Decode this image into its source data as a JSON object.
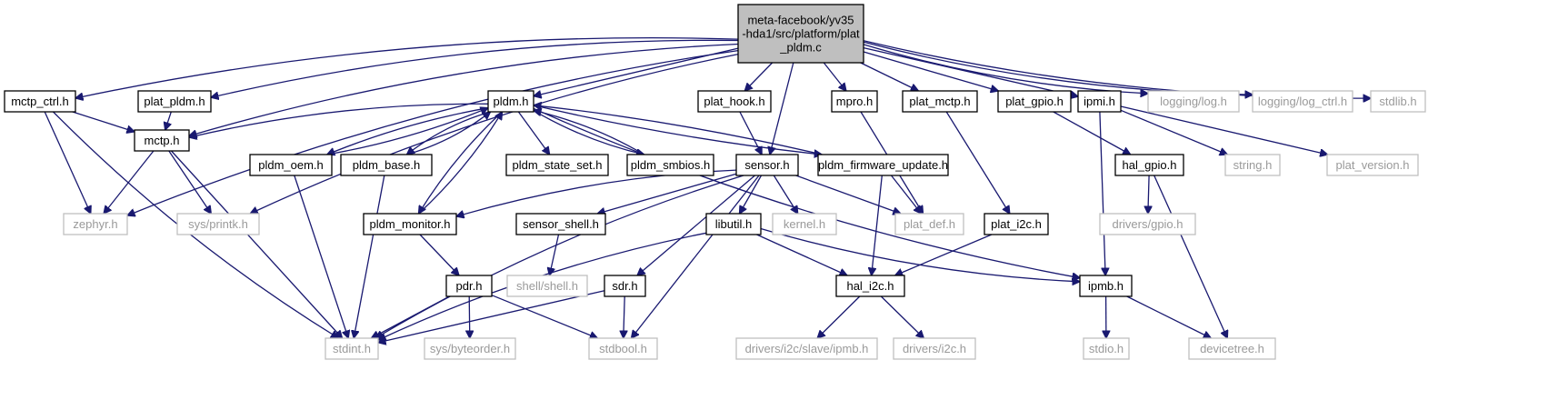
{
  "diagram": {
    "colors": {
      "edge": "#191970",
      "root_fill": "#bfbfbf",
      "node_border": "#000000",
      "external_border": "#bfbfbf",
      "external_text": "#9a9a9a"
    },
    "nodes": [
      {
        "id": "root",
        "lines": [
          "meta-facebook/yv35",
          "-hda1/src/platform/plat",
          "_pldm.c"
        ],
        "kind": "root"
      },
      {
        "id": "mctp_ctrl",
        "lines": [
          "mctp_ctrl.h"
        ],
        "kind": "local"
      },
      {
        "id": "plat_pldm",
        "lines": [
          "plat_pldm.h"
        ],
        "kind": "local"
      },
      {
        "id": "pldm",
        "lines": [
          "pldm.h"
        ],
        "kind": "local"
      },
      {
        "id": "plat_hook",
        "lines": [
          "plat_hook.h"
        ],
        "kind": "local"
      },
      {
        "id": "mpro",
        "lines": [
          "mpro.h"
        ],
        "kind": "local"
      },
      {
        "id": "plat_mctp",
        "lines": [
          "plat_mctp.h"
        ],
        "kind": "local"
      },
      {
        "id": "plat_gpio",
        "lines": [
          "plat_gpio.h"
        ],
        "kind": "local"
      },
      {
        "id": "ipmi",
        "lines": [
          "ipmi.h"
        ],
        "kind": "local"
      },
      {
        "id": "logging_log",
        "lines": [
          "logging/log.h"
        ],
        "kind": "external"
      },
      {
        "id": "logging_log_ctrl",
        "lines": [
          "logging/log_ctrl.h"
        ],
        "kind": "external"
      },
      {
        "id": "stdlib",
        "lines": [
          "stdlib.h"
        ],
        "kind": "external"
      },
      {
        "id": "mctp",
        "lines": [
          "mctp.h"
        ],
        "kind": "local"
      },
      {
        "id": "pldm_oem",
        "lines": [
          "pldm_oem.h"
        ],
        "kind": "local"
      },
      {
        "id": "pldm_base",
        "lines": [
          "pldm_base.h"
        ],
        "kind": "local"
      },
      {
        "id": "pldm_state_set",
        "lines": [
          "pldm_state_set.h"
        ],
        "kind": "local"
      },
      {
        "id": "pldm_smbios",
        "lines": [
          "pldm_smbios.h"
        ],
        "kind": "local"
      },
      {
        "id": "sensor",
        "lines": [
          "sensor.h"
        ],
        "kind": "local"
      },
      {
        "id": "pldm_firmware_update",
        "lines": [
          "pldm_firmware_update.h"
        ],
        "kind": "local"
      },
      {
        "id": "string",
        "lines": [
          "string.h"
        ],
        "kind": "external"
      },
      {
        "id": "plat_version",
        "lines": [
          "plat_version.h"
        ],
        "kind": "external"
      },
      {
        "id": "hal_gpio",
        "lines": [
          "hal_gpio.h"
        ],
        "kind": "local"
      },
      {
        "id": "zephyr",
        "lines": [
          "zephyr.h"
        ],
        "kind": "external"
      },
      {
        "id": "sys_printk",
        "lines": [
          "sys/printk.h"
        ],
        "kind": "external"
      },
      {
        "id": "pldm_monitor",
        "lines": [
          "pldm_monitor.h"
        ],
        "kind": "local"
      },
      {
        "id": "sensor_shell",
        "lines": [
          "sensor_shell.h"
        ],
        "kind": "local"
      },
      {
        "id": "libutil",
        "lines": [
          "libutil.h"
        ],
        "kind": "local"
      },
      {
        "id": "kernel",
        "lines": [
          "kernel.h"
        ],
        "kind": "external"
      },
      {
        "id": "plat_def",
        "lines": [
          "plat_def.h"
        ],
        "kind": "external"
      },
      {
        "id": "plat_i2c",
        "lines": [
          "plat_i2c.h"
        ],
        "kind": "local"
      },
      {
        "id": "drivers_gpio",
        "lines": [
          "drivers/gpio.h"
        ],
        "kind": "external"
      },
      {
        "id": "shell_shell",
        "lines": [
          "shell/shell.h"
        ],
        "kind": "external"
      },
      {
        "id": "pdr",
        "lines": [
          "pdr.h"
        ],
        "kind": "local"
      },
      {
        "id": "sdr",
        "lines": [
          "sdr.h"
        ],
        "kind": "local"
      },
      {
        "id": "hal_i2c",
        "lines": [
          "hal_i2c.h"
        ],
        "kind": "local"
      },
      {
        "id": "ipmb",
        "lines": [
          "ipmb.h"
        ],
        "kind": "local"
      },
      {
        "id": "stdint",
        "lines": [
          "stdint.h"
        ],
        "kind": "external"
      },
      {
        "id": "sys_byteorder",
        "lines": [
          "sys/byteorder.h"
        ],
        "kind": "external"
      },
      {
        "id": "stdbool",
        "lines": [
          "stdbool.h"
        ],
        "kind": "external"
      },
      {
        "id": "drivers_i2c_slave_ipmb",
        "lines": [
          "drivers/i2c/slave/ipmb.h"
        ],
        "kind": "external"
      },
      {
        "id": "drivers_i2c",
        "lines": [
          "drivers/i2c.h"
        ],
        "kind": "external"
      },
      {
        "id": "stdio",
        "lines": [
          "stdio.h"
        ],
        "kind": "external"
      },
      {
        "id": "devicetree",
        "lines": [
          "devicetree.h"
        ],
        "kind": "external"
      }
    ],
    "edges": [
      {
        "from": "root",
        "to": "mctp_ctrl"
      },
      {
        "from": "root",
        "to": "plat_pldm"
      },
      {
        "from": "root",
        "to": "pldm"
      },
      {
        "from": "root",
        "to": "plat_hook"
      },
      {
        "from": "root",
        "to": "mpro"
      },
      {
        "from": "root",
        "to": "plat_mctp"
      },
      {
        "from": "root",
        "to": "plat_gpio"
      },
      {
        "from": "root",
        "to": "ipmi"
      },
      {
        "from": "root",
        "to": "logging_log"
      },
      {
        "from": "root",
        "to": "logging_log_ctrl"
      },
      {
        "from": "root",
        "to": "stdlib"
      },
      {
        "from": "root",
        "to": "mctp"
      },
      {
        "from": "root",
        "to": "zephyr"
      },
      {
        "from": "root",
        "to": "sys_printk"
      },
      {
        "from": "root",
        "to": "sensor"
      },
      {
        "from": "mctp_ctrl",
        "to": "mctp"
      },
      {
        "from": "mctp_ctrl",
        "to": "zephyr"
      },
      {
        "from": "mctp_ctrl",
        "to": "stdint"
      },
      {
        "from": "plat_pldm",
        "to": "mctp"
      },
      {
        "from": "mctp",
        "to": "zephyr"
      },
      {
        "from": "mctp",
        "to": "sys_printk"
      },
      {
        "from": "mctp",
        "to": "stdint"
      },
      {
        "from": "pldm",
        "to": "mctp"
      },
      {
        "from": "pldm",
        "to": "pldm_oem"
      },
      {
        "from": "pldm",
        "to": "pldm_base"
      },
      {
        "from": "pldm",
        "to": "pldm_state_set"
      },
      {
        "from": "pldm",
        "to": "pldm_smbios"
      },
      {
        "from": "pldm",
        "to": "pldm_firmware_update"
      },
      {
        "from": "pldm",
        "to": "pldm_monitor"
      },
      {
        "from": "pldm",
        "to": "ipmb"
      },
      {
        "from": "pldm_oem",
        "to": "pldm"
      },
      {
        "from": "pldm_base",
        "to": "pldm"
      },
      {
        "from": "pldm_smbios",
        "to": "pldm"
      },
      {
        "from": "pldm_firmware_update",
        "to": "pldm"
      },
      {
        "from": "pldm_monitor",
        "to": "pldm"
      },
      {
        "from": "pldm_oem",
        "to": "stdint"
      },
      {
        "from": "pldm_base",
        "to": "stdint"
      },
      {
        "from": "pldm_firmware_update",
        "to": "plat_def"
      },
      {
        "from": "pldm_firmware_update",
        "to": "hal_i2c"
      },
      {
        "from": "pldm_monitor",
        "to": "pdr"
      },
      {
        "from": "plat_hook",
        "to": "sensor"
      },
      {
        "from": "mpro",
        "to": "plat_def"
      },
      {
        "from": "plat_mctp",
        "to": "plat_i2c"
      },
      {
        "from": "plat_gpio",
        "to": "hal_gpio"
      },
      {
        "from": "ipmi",
        "to": "string"
      },
      {
        "from": "ipmi",
        "to": "plat_version"
      },
      {
        "from": "ipmi",
        "to": "ipmb"
      },
      {
        "from": "hal_gpio",
        "to": "drivers_gpio"
      },
      {
        "from": "hal_gpio",
        "to": "devicetree"
      },
      {
        "from": "sensor",
        "to": "pldm_monitor"
      },
      {
        "from": "sensor",
        "to": "sensor_shell"
      },
      {
        "from": "sensor",
        "to": "libutil"
      },
      {
        "from": "sensor",
        "to": "kernel"
      },
      {
        "from": "sensor",
        "to": "plat_def"
      },
      {
        "from": "sensor",
        "to": "sdr"
      },
      {
        "from": "sensor",
        "to": "stdint"
      },
      {
        "from": "sensor",
        "to": "stdbool"
      },
      {
        "from": "sensor_shell",
        "to": "shell_shell"
      },
      {
        "from": "libutil",
        "to": "stdint"
      },
      {
        "from": "libutil",
        "to": "hal_i2c"
      },
      {
        "from": "libutil",
        "to": "ipmb"
      },
      {
        "from": "plat_i2c",
        "to": "hal_i2c"
      },
      {
        "from": "pdr",
        "to": "stdint"
      },
      {
        "from": "pdr",
        "to": "sys_byteorder"
      },
      {
        "from": "pdr",
        "to": "stdbool"
      },
      {
        "from": "sdr",
        "to": "stdint"
      },
      {
        "from": "sdr",
        "to": "stdbool"
      },
      {
        "from": "hal_i2c",
        "to": "drivers_i2c_slave_ipmb"
      },
      {
        "from": "hal_i2c",
        "to": "drivers_i2c"
      },
      {
        "from": "ipmb",
        "to": "stdio"
      },
      {
        "from": "ipmb",
        "to": "devicetree"
      }
    ]
  }
}
